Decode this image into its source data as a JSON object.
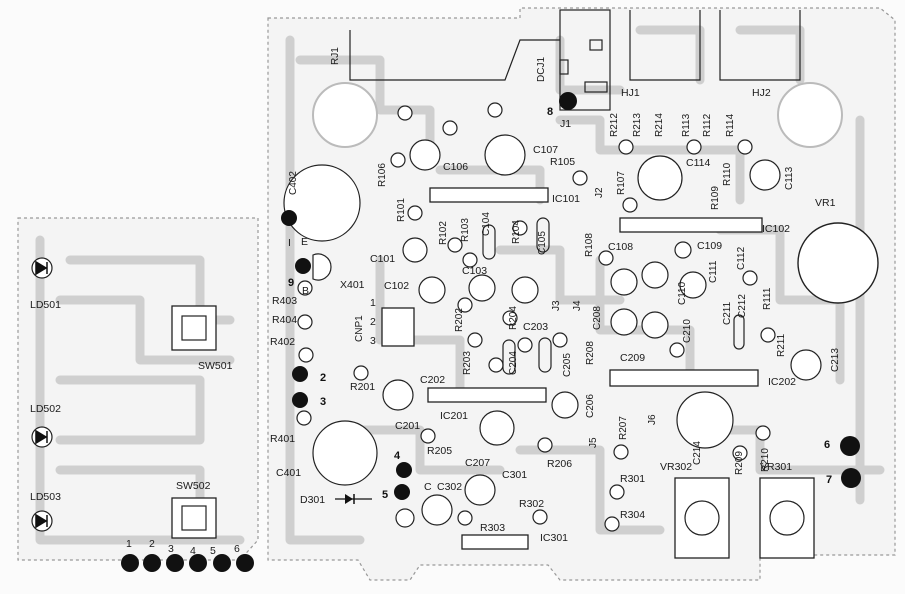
{
  "board": {
    "refs": {
      "RJ1": "RJ1",
      "DCJ1": "DCJ1",
      "HJ1": "HJ1",
      "HJ2": "HJ2",
      "VR1": "VR1",
      "J1": "J1",
      "J2": "J2",
      "J3": "J3",
      "J4": "J4",
      "J5": "J5",
      "J6": "J6",
      "IC101": "IC101",
      "IC102": "IC102",
      "IC201": "IC201",
      "IC202": "IC202",
      "IC301": "IC301",
      "C101": "C101",
      "C102": "C102",
      "C103": "C103",
      "C104": "C104",
      "C105": "C105",
      "C106": "C106",
      "C107": "C107",
      "C108": "C108",
      "C109": "C109",
      "C110": "C110",
      "C111": "C111",
      "C112": "C112",
      "C113": "C113",
      "C114": "C114",
      "C201": "C201",
      "C202": "C202",
      "C203": "C203",
      "C204": "C204",
      "C205": "C205",
      "C206": "C206",
      "C207": "C207",
      "C208": "C208",
      "C209": "C209",
      "C210": "C210",
      "C211": "C211",
      "C212": "C212",
      "C213": "C213",
      "C214": "C214",
      "C301": "C301",
      "C302": "C302",
      "C401": "C401",
      "C402": "C402",
      "R101": "R101",
      "R102": "R102",
      "R103": "R103",
      "R104": "R104",
      "R105": "R105",
      "R106": "R106",
      "R107": "R107",
      "R108": "R108",
      "R109": "R109",
      "R110": "R110",
      "R111": "R111",
      "R112": "R112",
      "R113": "R113",
      "R114": "R114",
      "R201": "R201",
      "R202": "R202",
      "R203": "R203",
      "R204": "R204",
      "R205": "R205",
      "R206": "R206",
      "R207": "R207",
      "R208": "R208",
      "R209": "R209",
      "R210": "R210",
      "R211": "R211",
      "R212": "R212",
      "R213": "R213",
      "R214": "R214",
      "R301": "R301",
      "R302": "R302",
      "R303": "R303",
      "R304": "R304",
      "R401": "R401",
      "R402": "R402",
      "R403": "R403",
      "R404": "R404",
      "VR301": "VR301",
      "VR302": "VR302",
      "X401": "X401",
      "D301": "D301",
      "CNP1": "CNP1",
      "LD501": "LD501",
      "LD502": "LD502",
      "LD503": "LD503",
      "SW501": "SW501",
      "SW502": "SW502"
    },
    "pad_numbers": [
      "1",
      "2",
      "3",
      "4",
      "5",
      "6",
      "7",
      "8",
      "9"
    ],
    "x401_pins": [
      "E",
      "B",
      "C"
    ],
    "cnp1_pins": [
      "1",
      "2",
      "3"
    ],
    "connector_numbers": [
      "1",
      "2",
      "3",
      "4",
      "5",
      "6"
    ],
    "side_marks": {
      "polarity": "I"
    }
  },
  "colors": {
    "ink": "#1a1a1a",
    "copper": "#cfcfcf",
    "board": "#fbfbfb"
  }
}
